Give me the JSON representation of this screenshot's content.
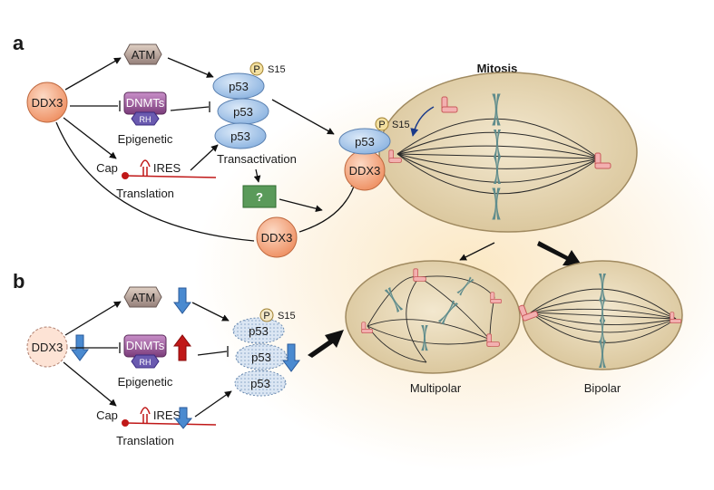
{
  "panels": {
    "a": "a",
    "b": "b"
  },
  "labels": {
    "ddx3": "DDX3",
    "atm": "ATM",
    "dnmts": "DNMTs",
    "rh": "RH",
    "epigenetic": "Epigenetic",
    "cap": "Cap",
    "ires": "IRES",
    "translation": "Translation",
    "p53": "p53",
    "p": "P",
    "s15": "S15",
    "transactivation": "Transactivation",
    "question": "?",
    "mitosis": "Mitosis",
    "multipolar": "Multipolar",
    "bipolar": "Bipolar"
  },
  "colors": {
    "ddx3": "#f4a27a",
    "atm": "#a08a80",
    "dnmts": "#8a4a8a",
    "rh": "#6a5ab0",
    "p53": "#9fc0e8",
    "phospho": "#f3e0a0",
    "question": "#5a9a5a",
    "cell": "#e6d5b0",
    "chromosome": "#5f8c8c",
    "centrosome": "#e88a8a",
    "mrna": "#c01818",
    "arrow_down": "#4a8ad0",
    "arrow_up": "#c01818"
  }
}
